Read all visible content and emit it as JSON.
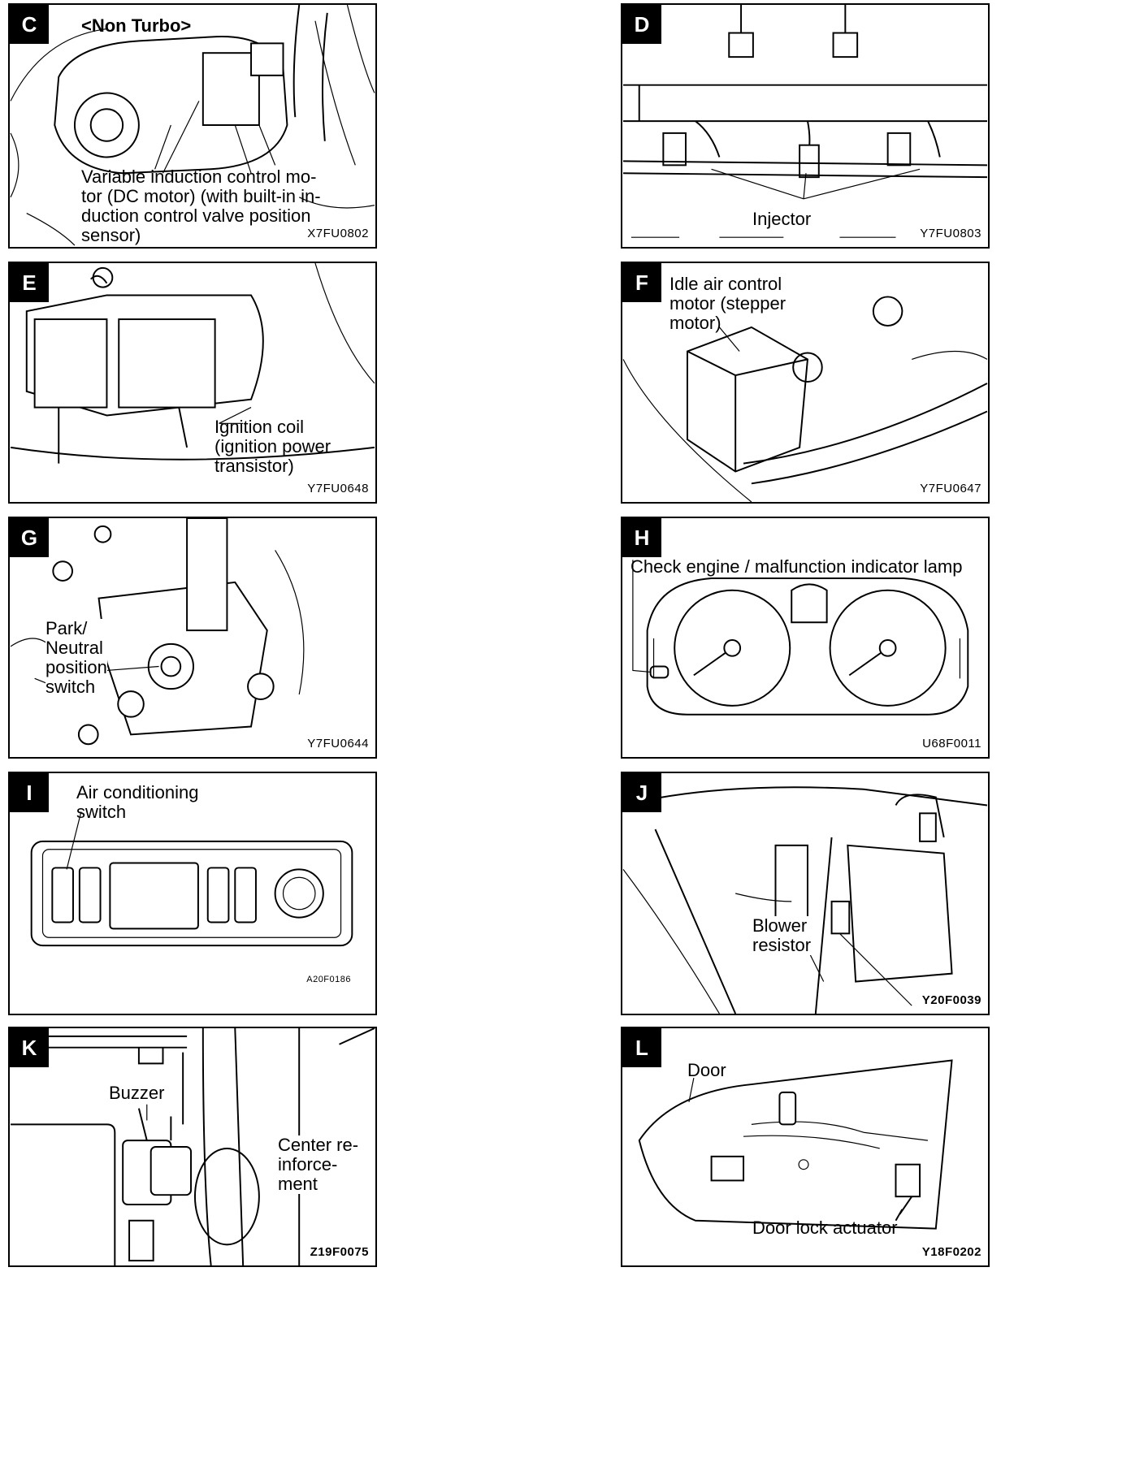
{
  "panels": {
    "c": {
      "letter": "C",
      "subtitle": "<Non Turbo>",
      "label": "Variable induction control mo-\ntor (DC motor) (with built-in in-\nduction control valve position\nsensor)",
      "code": "X7FU0802"
    },
    "d": {
      "letter": "D",
      "label": "Injector",
      "code": "Y7FU0803"
    },
    "e": {
      "letter": "E",
      "label": "Ignition coil\n(ignition power\ntransistor)",
      "code": "Y7FU0648"
    },
    "f": {
      "letter": "F",
      "label": "Idle air control\nmotor (stepper\nmotor)",
      "code": "Y7FU0647"
    },
    "g": {
      "letter": "G",
      "label": "Park/\nNeutral\nposition\nswitch",
      "code": "Y7FU0644"
    },
    "h": {
      "letter": "H",
      "label": "Check engine / malfunction indicator lamp",
      "code": "U68F0011"
    },
    "i": {
      "letter": "I",
      "label": "Air conditioning\nswitch",
      "code": "A20F0186"
    },
    "j": {
      "letter": "J",
      "label": "Blower\nresistor",
      "code": "Y20F0039"
    },
    "k": {
      "letter": "K",
      "label_buzzer": "Buzzer",
      "label_center": "Center re-\ninforce-\nment",
      "code": "Z19F0075"
    },
    "l": {
      "letter": "L",
      "label_door": "Door",
      "label_actuator": "Door lock actuator",
      "code": "Y18F0202"
    }
  }
}
